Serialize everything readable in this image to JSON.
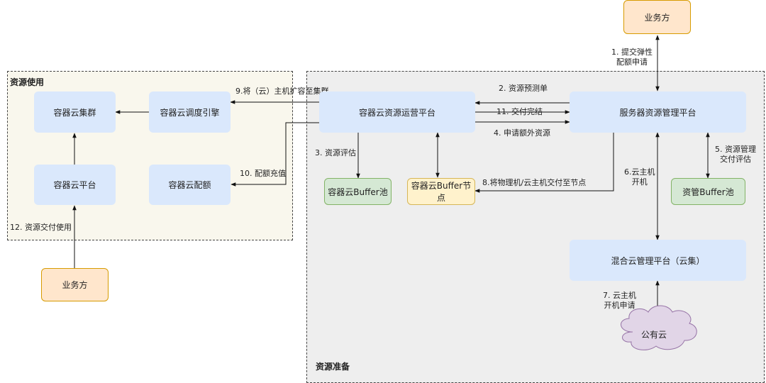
{
  "groups": {
    "usage": "资源使用",
    "prep": "资源准备"
  },
  "nodes": {
    "biz_top": "业务方",
    "biz_bottom": "业务方",
    "container_cluster": "容器云集群",
    "container_scheduler": "容器云调度引擎",
    "container_platform": "容器云平台",
    "container_quota": "容器云配额",
    "ops_platform": "容器云资源运营平台",
    "server_mgmt": "服务器资源管理平台",
    "buffer_pool": "容器云Buffer池",
    "buffer_node": "容器云Buffer节点",
    "res_buffer_pool": "资管Buffer池",
    "hybrid_cloud": "混合云管理平台（云集）",
    "public_cloud": "公有云"
  },
  "edges": {
    "e1": [
      "1. 提交弹性",
      "配额申请"
    ],
    "e2": "2. 资源预测单",
    "e3": "3. 资源评估",
    "e4": "4. 申请额外资源",
    "e5": [
      "5. 资源管理",
      "交付评估"
    ],
    "e6": [
      "6.云主机",
      "开机"
    ],
    "e7": [
      "7. 云主机",
      "开机申请"
    ],
    "e8": "8.将物理机/云主机交付至节点",
    "e9": "9.将（云）主机扩容至集群",
    "e10": "10. 配额充值",
    "e11": "11. 交付完结",
    "e12": "12. 资源交付使用"
  },
  "colors": {
    "blue_fill": "#dae8fc",
    "orange_fill": "#ffe6cc",
    "green_fill": "#d5e8d4",
    "yellow_fill": "#fff2cc",
    "cloud_fill": "#e1d5e7",
    "usage_bg": "#f9f7ed",
    "prep_bg": "#eeeeee"
  }
}
